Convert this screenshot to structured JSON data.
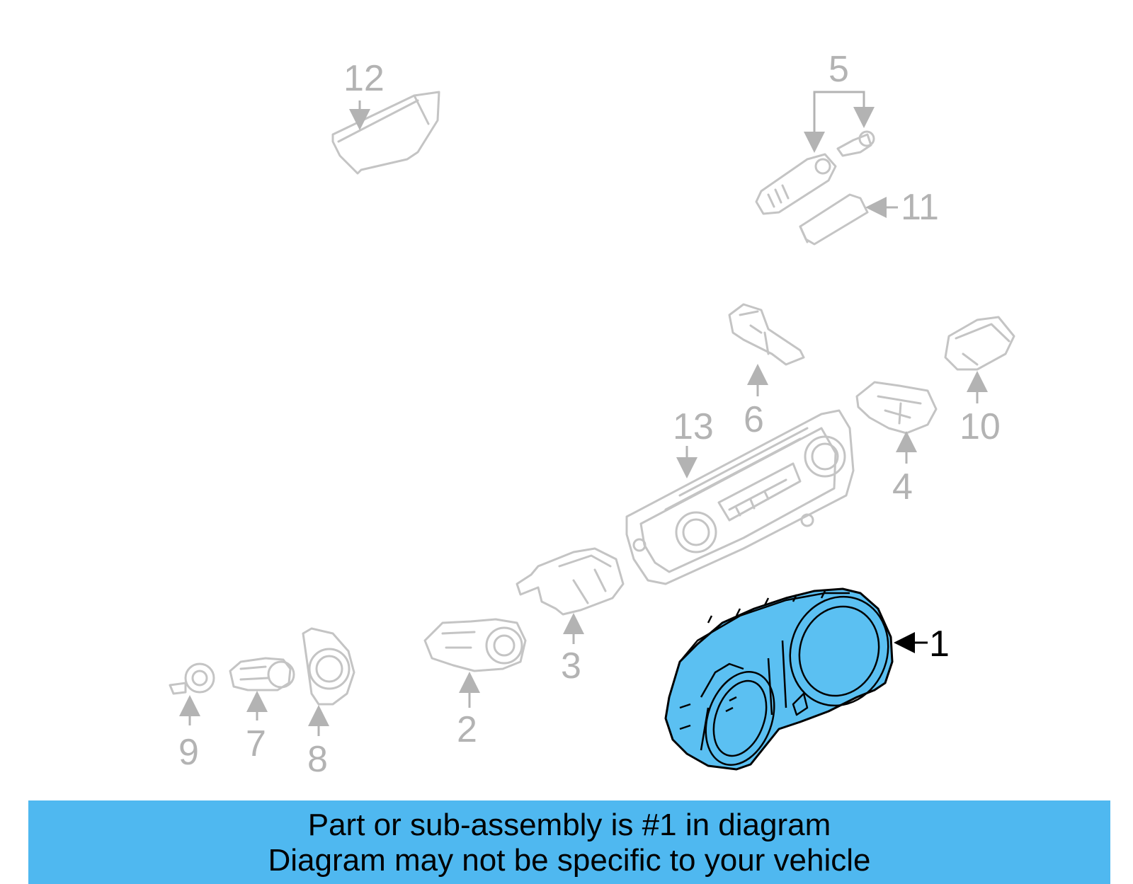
{
  "diagram": {
    "callouts": {
      "c1": "1",
      "c2": "2",
      "c3": "3",
      "c4": "4",
      "c5": "5",
      "c6": "6",
      "c7": "7",
      "c8": "8",
      "c9": "9",
      "c10": "10",
      "c11": "11",
      "c12": "12",
      "c13": "13"
    },
    "highlight_color": "#5bc0f2",
    "ghost_color": "#c4c4c4"
  },
  "banner": {
    "line1": "Part or sub-assembly is #1 in diagram",
    "line2": "Diagram may not be specific to your vehicle",
    "color": "#4fb8f0"
  }
}
